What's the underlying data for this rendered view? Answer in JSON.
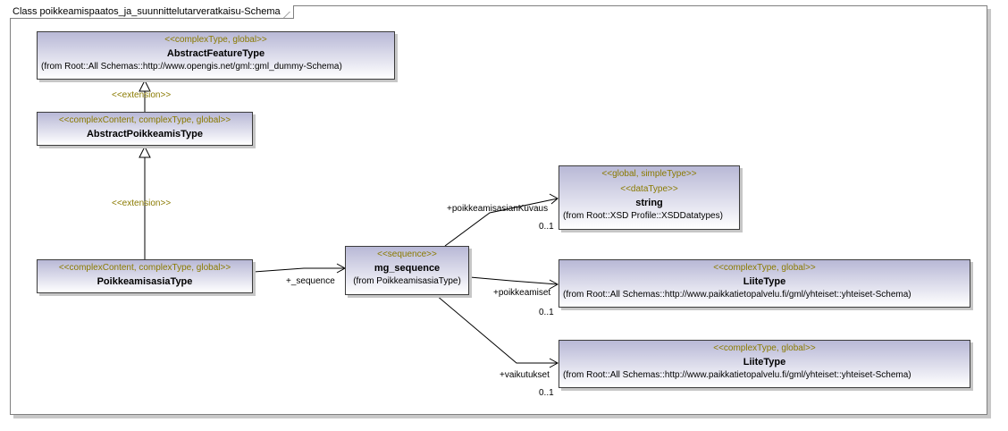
{
  "frame_title": "Class poikkeamispaatos_ja_suunnittelutarveratkaisu-Schema",
  "classes": {
    "abstract_feature_type": {
      "stereotype": "<<complexType, global>>",
      "name": "AbstractFeatureType",
      "from": "(from Root::All Schemas::http://www.opengis.net/gml::gml_dummy-Schema)"
    },
    "abstract_poikkeamis_type": {
      "stereotype": "<<complexContent, complexType, global>>",
      "name": "AbstractPoikkeamisType"
    },
    "poikkeamisasia_type": {
      "stereotype": "<<complexContent, complexType, global>>",
      "name": "PoikkeamisasiaType"
    },
    "mg_sequence": {
      "stereotype": "<<sequence>>",
      "name": "mg_sequence",
      "from": "(from PoikkeamisasiaType)"
    },
    "string": {
      "stereotype": "<<global, simpleType>>",
      "stereotype2": "<<dataType>>",
      "name": "string",
      "from": "(from Root::XSD Profile::XSDDatatypes)"
    },
    "liite_type_1": {
      "stereotype": "<<complexType, global>>",
      "name": "LiiteType",
      "from": "(from Root::All Schemas::http://www.paikkatietopalvelu.fi/gml/yhteiset::yhteiset-Schema)"
    },
    "liite_type_2": {
      "stereotype": "<<complexType, global>>",
      "name": "LiiteType",
      "from": "(from Root::All Schemas::http://www.paikkatietopalvelu.fi/gml/yhteiset::yhteiset-Schema)"
    }
  },
  "links": {
    "extension_1": "<<extension>>",
    "extension_2": "<<extension>>",
    "sequence_role": "+_sequence",
    "kuvaus_role": "+poikkeamisasianKuvaus",
    "kuvaus_mult": "0..1",
    "poikkeamiset_role": "+poikkeamiset",
    "poikkeamiset_mult": "0..1",
    "vaikutukset_role": "+vaikutukset",
    "vaikutukset_mult": "0..1"
  }
}
